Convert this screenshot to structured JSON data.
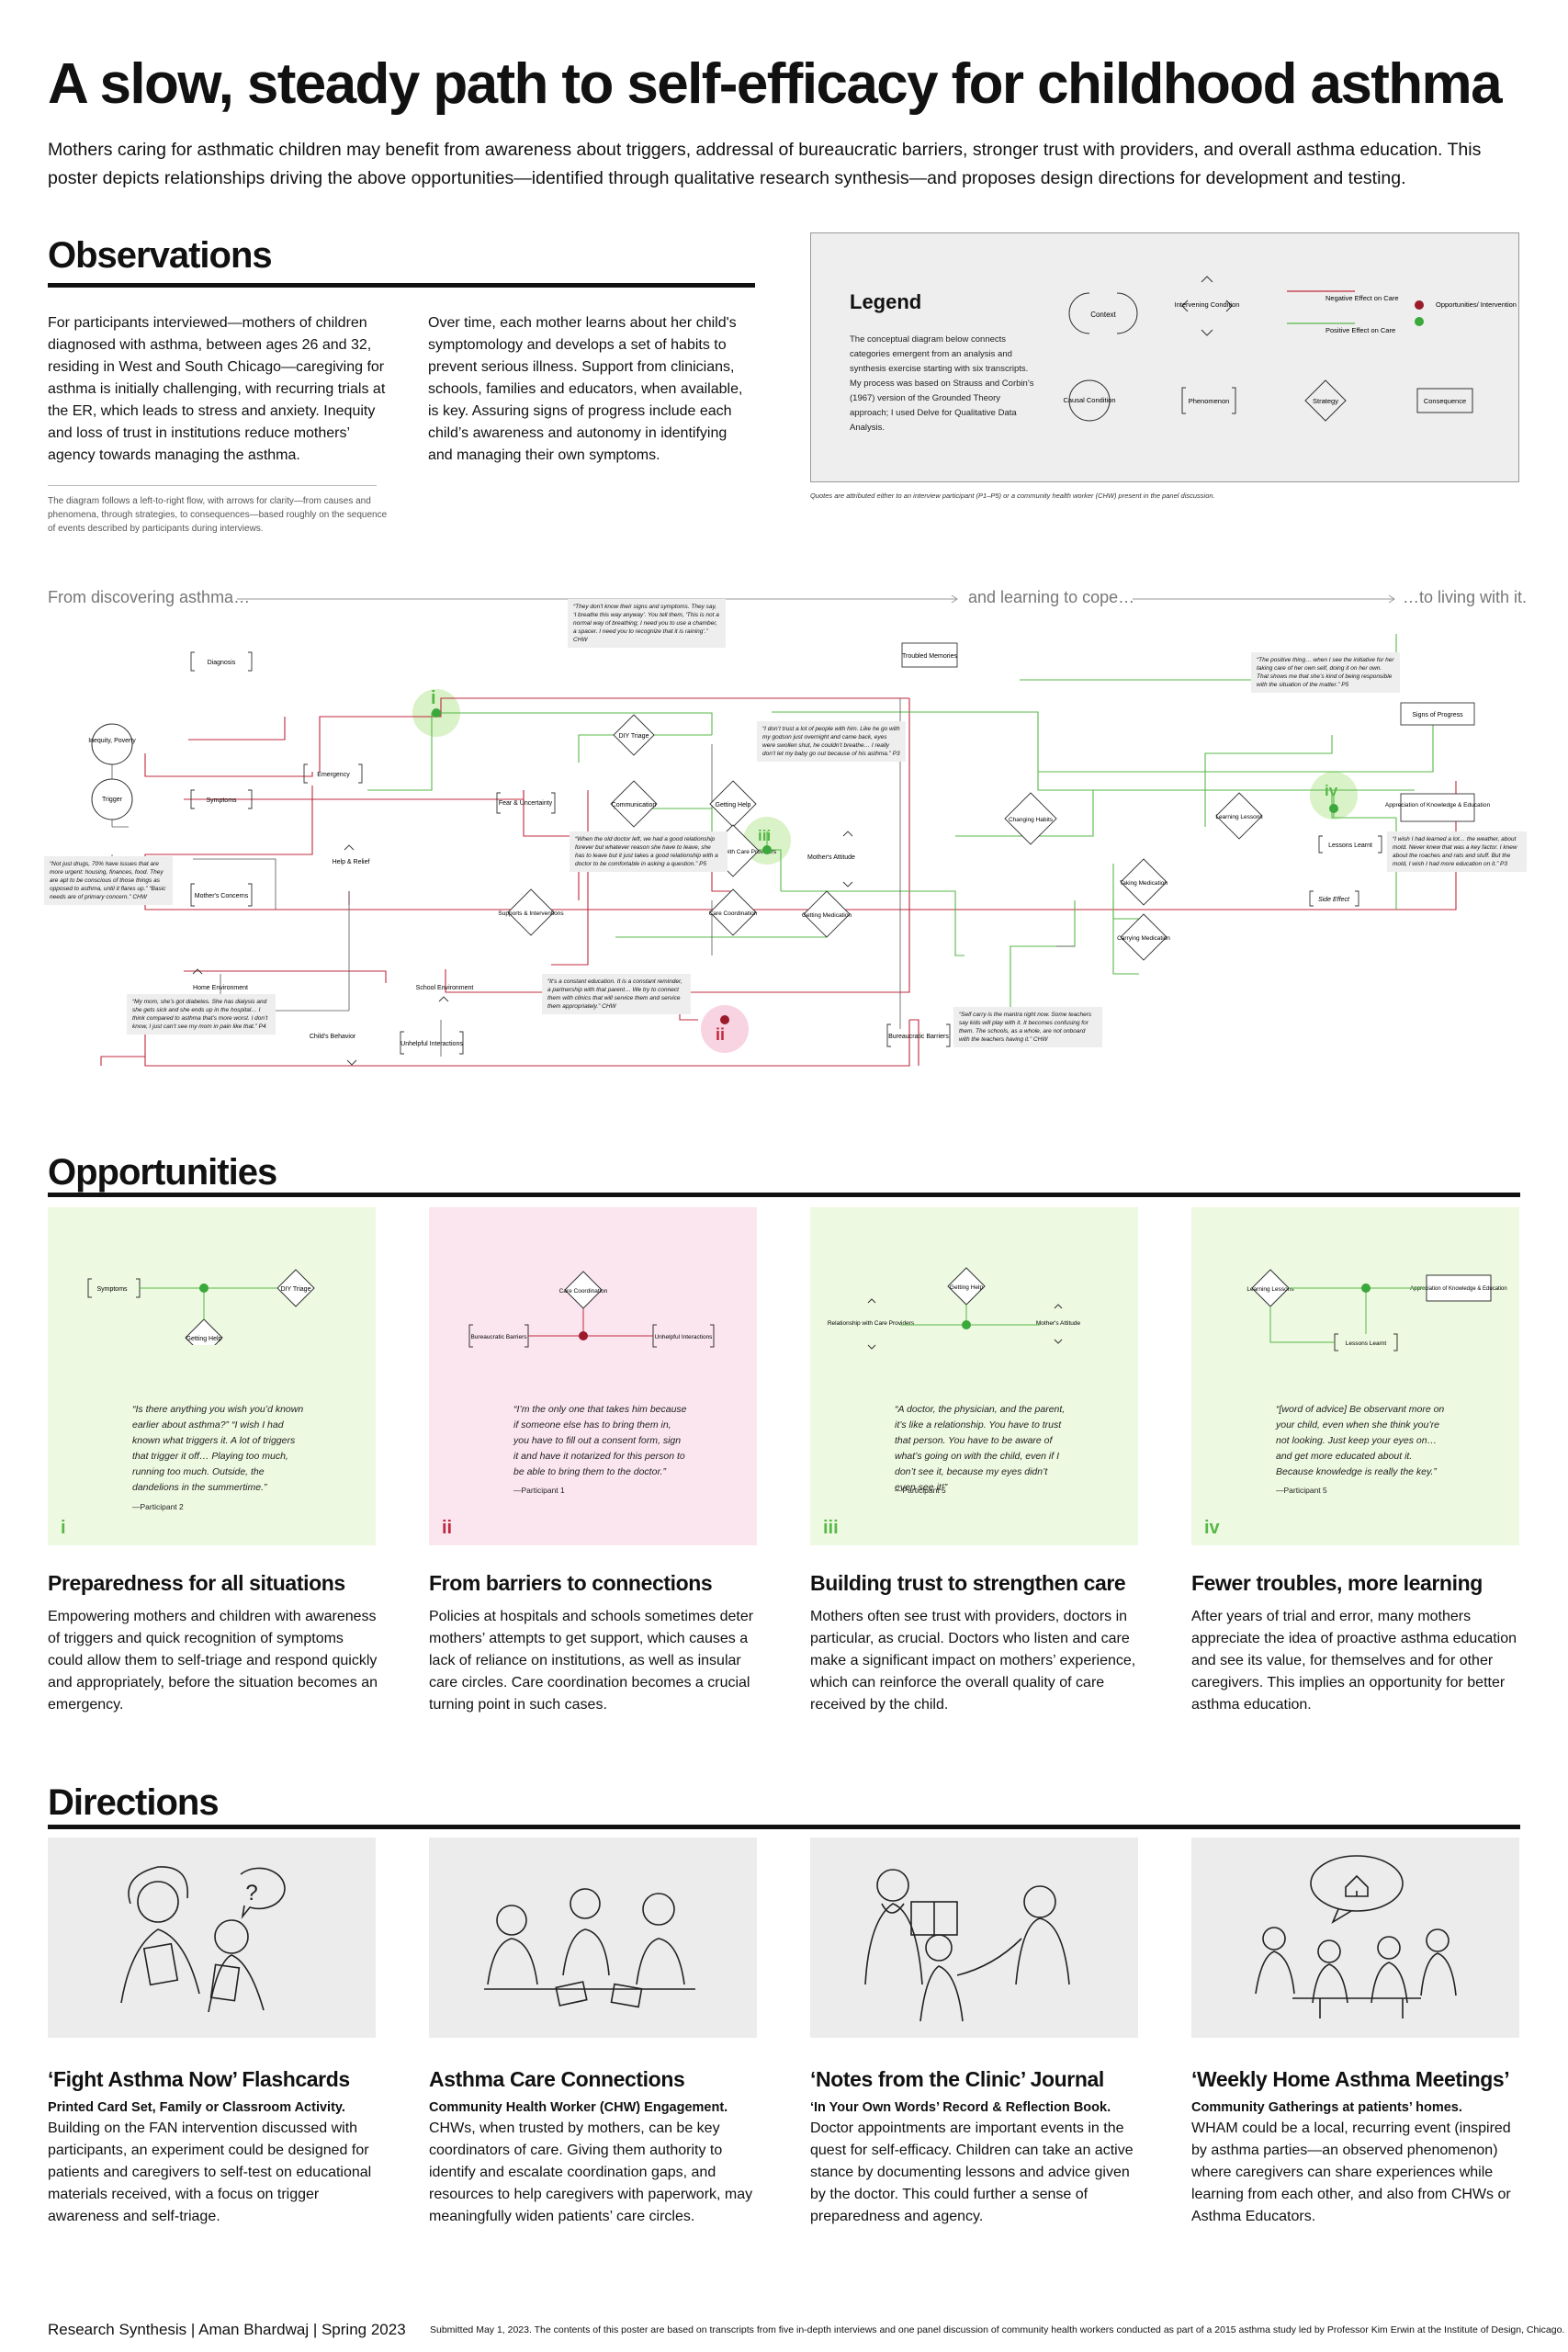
{
  "title": "A slow, steady path to self-efficacy for childhood asthma",
  "intro": "Mothers caring for asthmatic children may benefit from awareness about triggers, addressal of bureaucratic barriers, stronger trust with providers, and overall asthma education. This poster depicts relationships driving the above opportunities—identified through qualitative research synthesis—and proposes design directions for development and testing.",
  "observations": {
    "heading": "Observations",
    "col1": "For participants interviewed—mothers of children diagnosed with asthma, between ages 26 and 32, residing in West and South Chicago—caregiving for asthma is initially challenging, with recurring trials at the ER, which leads to stress and anxiety. Inequity and loss of trust in institutions reduce mothers’ agency towards managing the asthma.",
    "col2": "Over time, each mother learns about her child's symptomology and develops a set of habits to prevent serious illness. Support from clinicians, schools, families and educators, when available, is key. Assuring signs of progress include each child’s awareness and autonomy in identifying and managing their own symptoms.",
    "note": "The diagram follows a left-to-right flow, with arrows for clarity—from causes and phenomena, through strategies, to consequences—based roughly on the sequence of events described by participants during interviews."
  },
  "legend": {
    "heading": "Legend",
    "description": "The conceptual diagram below connects categories emergent from an analysis and synthesis exercise starting with six transcripts. My process was based on Strauss and Corbin’s (1967) version of the Grounded Theory approach; I used Delve for Qualitative Data Analysis.",
    "context": "Context",
    "intervening": "Intervening Condition",
    "negative": "Negative Effect on Care",
    "positive": "Positive Effect on Care",
    "opportunities": "Opportunities/ Intervention Points",
    "causal": "Causal Condition",
    "phenomenon": "Phenomenon",
    "strategy": "Strategy",
    "consequence": "Consequence",
    "quotes_note": "Quotes are attributed either to an interview participant (P1–P5) or a community health worker (CHW) present in the panel discussion.",
    "colors": {
      "negative": "#c0283d",
      "positive": "#57b847",
      "opp_red": "#9b1b2a",
      "opp_green": "#3aa83a"
    }
  },
  "flow": {
    "start": "From discovering asthma…",
    "middle": "and learning to cope…",
    "end": "…to living with it."
  },
  "diagram": {
    "nodes": {
      "inequity": "Inequity, Poverty",
      "trigger": "Trigger",
      "diagnosis": "Diagnosis",
      "symptoms": "Symptoms",
      "emergency": "Emergency",
      "help_relief": "Help & Relief",
      "mothers_concerns": "Mother's Concerns",
      "home_env": "Home Environment",
      "school_env": "School Environment",
      "childs_behavior": "Child's Behavior",
      "unhelpful": "Unhelpful Interactions",
      "fear": "Fear & Uncertainty",
      "diy_triage": "DIY Triage",
      "communication": "Communication",
      "getting_help": "Getting Help",
      "relationship": "Relationship with Care Providers",
      "mothers_attitude": "Mother's Attitude",
      "supports": "Supports & Interventions",
      "care_coord": "Care Coordination",
      "getting_med": "Getting Medication",
      "troubled": "Troubled Memories",
      "bureaucratic": "Bureaucratic Barriers",
      "changing_habits": "Changing Habits",
      "taking_med": "Taking Medication",
      "carrying_med": "Carrying Medication",
      "learning_lessons": "Learning Lessons",
      "lessons_learnt": "Lessons Learnt",
      "side_effect": "Side Effect",
      "signs_progress": "Signs of Progress",
      "appreciation": "Appreciation of Knowledge & Education"
    },
    "markers": {
      "i": "i",
      "ii": "ii",
      "iii": "iii",
      "iv": "iv"
    },
    "quotes": {
      "q_know": "“They don't know their signs and symptoms. They say, ‘I breathe this way anyway’. You tell them, ‘This is not a normal way of breathing; I need you to use a chamber, a spacer. I need you to recognize that it is raining’.” CHW",
      "q_positive": "“The positive thing… when I see the initiative for her taking care of her own self, doing it on her own. That shows me that she’s kind of being responsible with the situation of the matter.” P5",
      "q_trust": "“I don’t trust a lot of people with him. Like he go with my godson just overnight and came back, eyes were swollen shut, he couldn’t breathe… I really don’t let my baby go out because of his asthma.” P3",
      "q_drugs": "“Not just drugs, 70% have issues that are more urgent: housing, finances, food. They are apt to be conscious of those things as opposed to asthma, until it flares up.” “Basic needs are of primary concern.” CHW",
      "q_doctor": "“When the old doctor left, we had a good relationship forever but whatever reason she have to leave, she has to leave but it just takes a good relationship with a doctor to be comfortable in asking a question.” P5",
      "q_mom": "“My mom, she’s got diabetes. She has dialysis and she gets sick and she ends up in the hospital… I think compared to asthma that’s more worst. I don’t know, I just can’t see my mom in pain like that.” P4",
      "q_constant": "“It’s a constant education. It is a constant reminder, a partnership with that parent… We try to connect them with clinics that will service them and service them appropriately.” CHW",
      "q_selfcarry": "“Self carry is the mantra right now. Some teachers say kids will play with it. It becomes confusing for them. The schools, as a whole, are not onboard with the teachers having it.” CHW",
      "q_wish": "“I wish I had learned a lot… the weather, about mold. Never knew that was a key factor. I knew about the roaches and rats and stuff. But the mold, I wish I had more education on it.” P3"
    }
  },
  "opportunities": {
    "heading": "Opportunities",
    "items": [
      {
        "num": "i",
        "nodes": {
          "a": "Symptoms",
          "b": "DIY Triage",
          "c": "Getting Help"
        },
        "quote": "“Is there anything you wish you’d known earlier about asthma?” “I wish I had known what triggers it. A lot of triggers that trigger it off… Playing too much, running too much. Outside, the dandelions in the summertime.”",
        "attr": "—Participant 2",
        "title": "Preparedness for all situations",
        "body": "Empowering mothers and children with awareness of triggers and quick recognition of symptoms could allow them to self-triage and respond quickly and appropriately, before the situation becomes an emergency."
      },
      {
        "num": "ii",
        "nodes": {
          "a": "Care Coordination",
          "b": "Bureaucratic Barriers",
          "c": "Unhelpful Interactions"
        },
        "quote": "“I’m the only one that takes him because if someone else has to bring them in, you have to fill out a consent form, sign it and have it notarized for this person to be able to bring them to the doctor.”",
        "attr": "—Participant 1",
        "title": "From barriers to connections",
        "body": "Policies at hospitals and schools sometimes deter mothers’ attempts to get support, which causes a lack of reliance on institutions, as well as insular care circles. Care coordination becomes a crucial turning point in such cases."
      },
      {
        "num": "iii",
        "nodes": {
          "a": "Getting Help",
          "b": "Relationship with Care Providers",
          "c": "Mother's Attitude"
        },
        "quote": "“A doctor, the physician, and the parent, it’s like a relationship. You have to trust that person. You have to be aware of what’s going on with the child, even if I don’t see it, because my eyes didn’t even see it!”",
        "attr": "—Participant 5",
        "title": "Building trust to strengthen care",
        "body": "Mothers often see trust with providers, doctors in particular, as crucial. Doctors who listen and care make a significant impact on mothers’ experience, which can reinforce the overall quality of care received by the child."
      },
      {
        "num": "iv",
        "nodes": {
          "a": "Learning Lessons",
          "b": "Appreciation of Knowledge & Education",
          "c": "Lessons Learnt"
        },
        "quote": "“[word of advice] Be observant more on your child, even when she think you’re not looking. Just keep your eyes on… and get more educated about it. Because knowledge is really the key.”",
        "attr": "—Participant 5",
        "title": "Fewer troubles, more learning",
        "body": "After years of trial and error, many mothers appreciate the idea of proactive asthma education and see its value, for themselves and for other caregivers. This implies an opportunity for better asthma education."
      }
    ]
  },
  "directions": {
    "heading": "Directions",
    "items": [
      {
        "title": "‘Fight Asthma Now’ Flashcards",
        "sub": "Printed Card Set, Family or Classroom Activity.",
        "body": "Building on the FAN intervention discussed with participants, an experiment could be designed for patients and caregivers to self-test on educational materials received, with a focus on trigger awareness and self-triage."
      },
      {
        "title": "Asthma Care Connections",
        "sub": "Community Health Worker (CHW) Engagement.",
        "body": "CHWs, when trusted by mothers, can be key coordinators of care. Giving them authority to identify and escalate coordination gaps, and resources to help caregivers with paperwork, may meaningfully widen patients’ care circles."
      },
      {
        "title": "‘Notes from the Clinic’ Journal",
        "sub": "‘In Your Own Words’ Record & Reflection Book.",
        "body": "Doctor appointments are important events in the quest for self-efficacy. Children can take an active stance by documenting lessons and advice given by the doctor. This could further a sense of preparedness and agency."
      },
      {
        "title": "‘Weekly Home Asthma Meetings’",
        "sub": "Community Gatherings at patients’ homes.",
        "body": "WHAM could be a local, recurring event (inspired by asthma parties—an observed phenomenon) where caregivers can share experiences while learning from each other, and also from CHWs or Asthma Educators."
      }
    ]
  },
  "footer": {
    "left": "Research Synthesis  |  Aman Bhardwaj  |  Spring 2023",
    "right": "Submitted May 1, 2023. The contents of this poster are based on transcripts from five in-depth interviews and one panel discussion of community health workers conducted as part of a 2015 asthma study led by Professor Kim Erwin at the Institute of Design, Chicago."
  }
}
